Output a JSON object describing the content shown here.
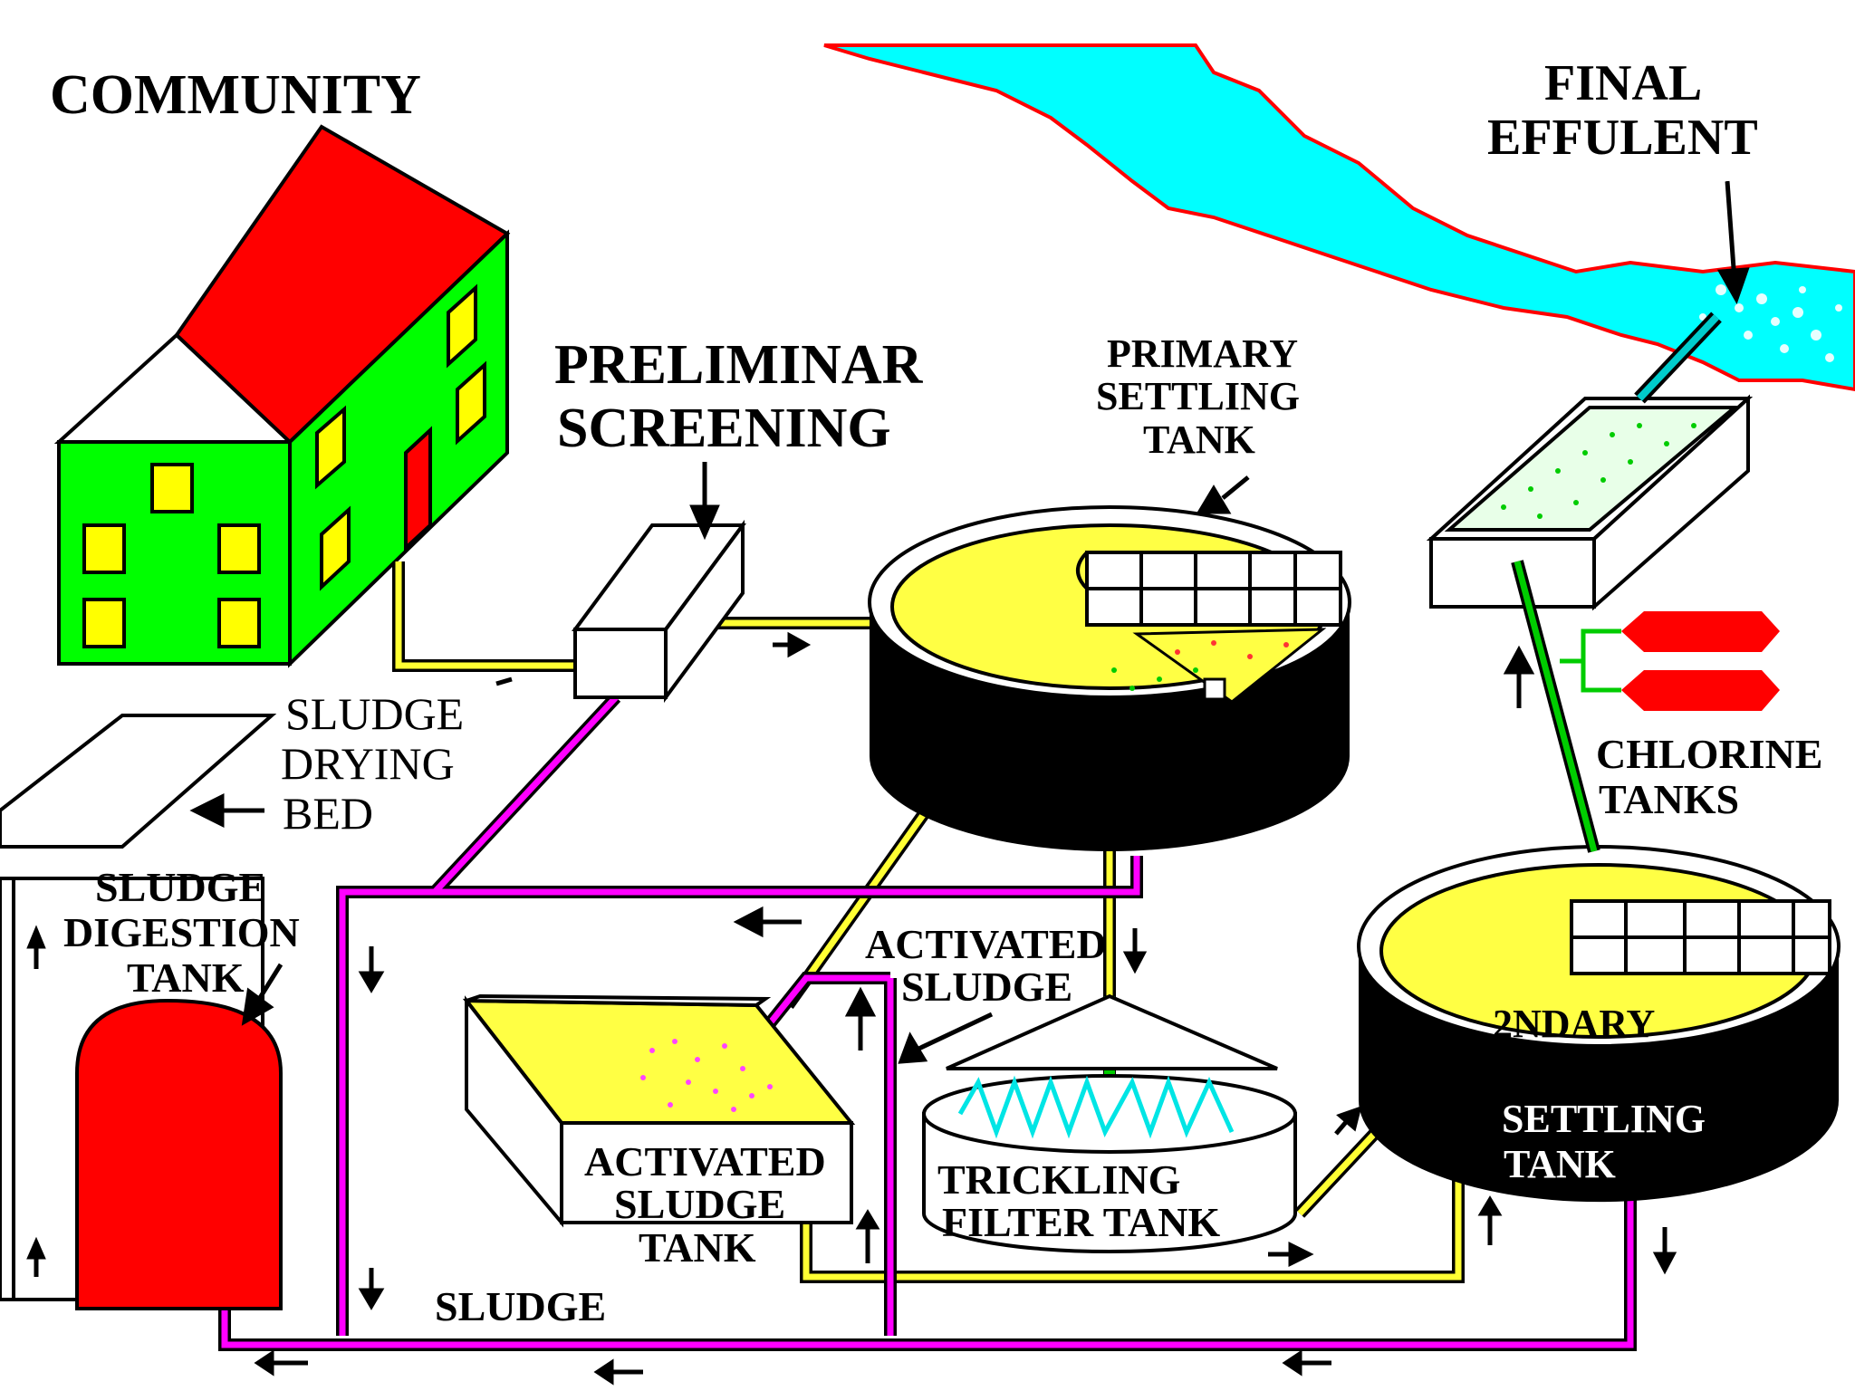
{
  "labels": {
    "community": "COMMUNITY",
    "preliminary_line1": "PRELIMINAR",
    "preliminary_line2": "SCREENING",
    "primary_line1": "PRIMARY",
    "primary_line2": "SETTLING",
    "primary_line3": "TANK",
    "final_line1": "FINAL",
    "final_line2": "EFFULENT",
    "drying_line1": "SLUDGE",
    "drying_line2": "DRYING",
    "drying_line3": "BED",
    "digestion_line1": "SLUDGE",
    "digestion_line2": "DIGESTION",
    "digestion_line3": "TANK",
    "activated_sludge_line1": "ACTIVATED",
    "activated_sludge_line2": "SLUDGE",
    "activated_tank_line1": "ACTIVATED",
    "activated_tank_line2": "SLUDGE",
    "activated_tank_line3": "TANK",
    "trickling_line1": "TRICKLING",
    "trickling_line2": "FILTER TANK",
    "chlorine_line1": "CHLORINE",
    "chlorine_line2": "TANKS",
    "secondary_line1": "2NDARY",
    "secondary_line2": "SETTLING",
    "secondary_line3": "TANK",
    "sludge": "SLUDGE"
  },
  "colors": {
    "river": "#00ffff",
    "river_border": "#ff0000",
    "roof": "#ff0000",
    "walls": "#00ff00",
    "windows": "#ffff00",
    "tank_top": "#ffff44",
    "tank_body": "#000000",
    "sludge_pipe": "#ff00ff",
    "water_pipe": "#ffff33",
    "chlorine_pipe": "#00cc00",
    "chlorine_tank": "#ff0000",
    "digestion_tank": "#ff0000",
    "filter_wave": "#00e5e5"
  },
  "icons": [
    "house-icon",
    "arrow-icon",
    "chlorine-tank-icon",
    "digester-icon"
  ]
}
